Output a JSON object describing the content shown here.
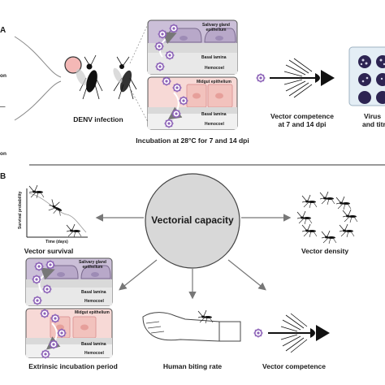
{
  "panels": {
    "a": "A",
    "b": "B"
  },
  "top": {
    "left_fragments": [
      "on",
      "—",
      "on"
    ],
    "denv_infection": "DENV infection",
    "salivary_gland": "Salivary gland epithelium",
    "basal_lamina_1": "Basal lamina",
    "hemocoel_1": "Hemocoel",
    "midgut": "Midgut epithelium",
    "basal_lamina_2": "Basal lamina",
    "hemocoel_2": "Hemocoel",
    "incubation": "Incubation at 28°C for 7 and 14 dpi",
    "vector_competence": "Vector competence at 7 and 14 dpi",
    "virus_line1": "Virus",
    "virus_line2": "and titra"
  },
  "bottom": {
    "vectorial_capacity": "Vectorial capacity",
    "survival_ylabel": "Survival probability",
    "survival_xlabel": "Time (days)",
    "vector_survival": "Vector survival",
    "vector_density": "Vector density",
    "salivary_gland": "Salivary gland epithelium",
    "basal_lamina_1": "Basal lamina",
    "hemocoel_1": "Hemocoel",
    "midgut": "Midgut epithelium",
    "basal_lamina_2": "Basal lamina",
    "hemocoel_2": "Hemocoel",
    "extrinsic": "Extrinsic incubation period",
    "human_biting": "Human biting rate",
    "vector_competence": "Vector competence"
  },
  "colors": {
    "salivary_fill": "#cbbfd8",
    "salivary_cell": "#b8a8c9",
    "midgut_fill": "#f7d9d6",
    "midgut_cell": "#f2c2bd",
    "virus": "#8d63b8",
    "circle": "#d8d8d8",
    "lamina": "#d9d9d9"
  }
}
